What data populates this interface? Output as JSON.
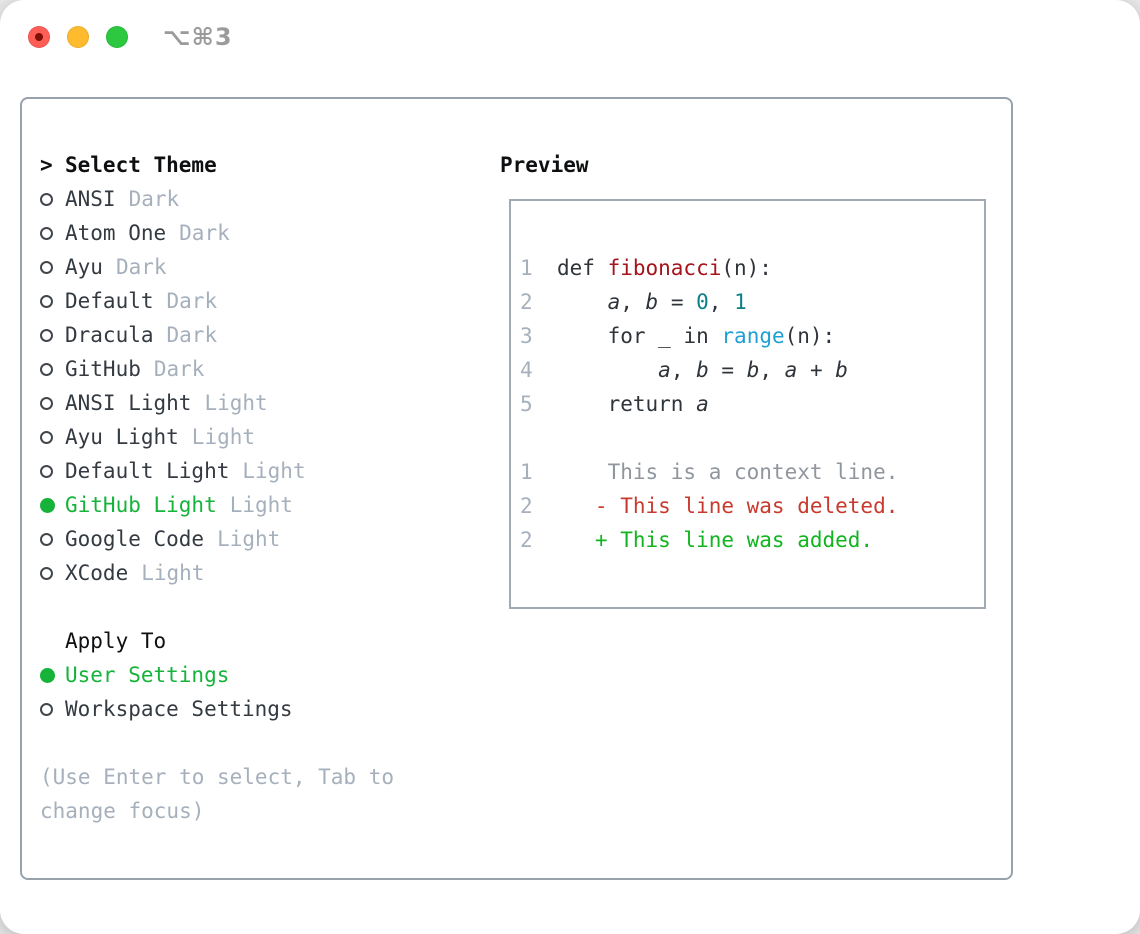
{
  "titlebar": {
    "title": "⌥⌘3"
  },
  "colors": {
    "ink": "#2f343a",
    "item-ink": "#343a41",
    "heading-ink": "#0d0f11",
    "muted": "#a6b0bc",
    "muted-dark": "#8f969e",
    "green": "#16b33b",
    "diff-add": "#12b51f",
    "diff-del": "#c93a2e",
    "func-red": "#a5131b",
    "num-teal": "#0d7f87",
    "builtin-blue": "#219fd3",
    "border": "#98a2ad",
    "border-light": "#a2aab4",
    "radio-ring": "#42474d",
    "title-gray": "#9b9b9b",
    "btn-red": "#ff5e57",
    "btn-red-dot": "#7d1007",
    "btn-yellow": "#febb2e",
    "btn-green": "#2bc840"
  },
  "theme_list": {
    "prompt": ">",
    "header": "Select Theme",
    "items": [
      {
        "name": "ANSI",
        "tag": "Dark",
        "selected": false
      },
      {
        "name": "Atom One",
        "tag": "Dark",
        "selected": false
      },
      {
        "name": "Ayu",
        "tag": "Dark",
        "selected": false
      },
      {
        "name": "Default",
        "tag": "Dark",
        "selected": false
      },
      {
        "name": "Dracula",
        "tag": "Dark",
        "selected": false
      },
      {
        "name": "GitHub",
        "tag": "Dark",
        "selected": false
      },
      {
        "name": "ANSI Light",
        "tag": "Light",
        "selected": false
      },
      {
        "name": "Ayu Light",
        "tag": "Light",
        "selected": false
      },
      {
        "name": "Default Light",
        "tag": "Light",
        "selected": false
      },
      {
        "name": "GitHub Light",
        "tag": "Light",
        "selected": true
      },
      {
        "name": "Google Code",
        "tag": "Light",
        "selected": false
      },
      {
        "name": "XCode",
        "tag": "Light",
        "selected": false
      }
    ]
  },
  "apply_to": {
    "header": "Apply To",
    "options": [
      {
        "label": "User Settings",
        "selected": true
      },
      {
        "label": "Workspace Settings",
        "selected": false
      }
    ]
  },
  "help_text": "(Use Enter to select, Tab to change focus)",
  "preview": {
    "header": "Preview",
    "code_lines": [
      {
        "num": "1",
        "tokens": [
          {
            "t": "def ",
            "s": "kw"
          },
          {
            "t": "fibonacci",
            "s": "fn"
          },
          {
            "t": "(n):",
            "s": "pl"
          }
        ]
      },
      {
        "num": "2",
        "tokens": [
          {
            "t": "    ",
            "s": "pl"
          },
          {
            "t": "a",
            "s": "var"
          },
          {
            "t": ", ",
            "s": "pl"
          },
          {
            "t": "b",
            "s": "var"
          },
          {
            "t": " = ",
            "s": "pl"
          },
          {
            "t": "0",
            "s": "num"
          },
          {
            "t": ", ",
            "s": "pl"
          },
          {
            "t": "1",
            "s": "num"
          }
        ]
      },
      {
        "num": "3",
        "tokens": [
          {
            "t": "    ",
            "s": "pl"
          },
          {
            "t": "for",
            "s": "kw"
          },
          {
            "t": " _ ",
            "s": "pl"
          },
          {
            "t": "in",
            "s": "kw"
          },
          {
            "t": " ",
            "s": "pl"
          },
          {
            "t": "range",
            "s": "bi"
          },
          {
            "t": "(n):",
            "s": "pl"
          }
        ]
      },
      {
        "num": "4",
        "tokens": [
          {
            "t": "        ",
            "s": "pl"
          },
          {
            "t": "a",
            "s": "var"
          },
          {
            "t": ", ",
            "s": "pl"
          },
          {
            "t": "b",
            "s": "var"
          },
          {
            "t": " = ",
            "s": "pl"
          },
          {
            "t": "b",
            "s": "var"
          },
          {
            "t": ", ",
            "s": "pl"
          },
          {
            "t": "a",
            "s": "var"
          },
          {
            "t": " + ",
            "s": "pl"
          },
          {
            "t": "b",
            "s": "var"
          }
        ]
      },
      {
        "num": "5",
        "tokens": [
          {
            "t": "    ",
            "s": "pl"
          },
          {
            "t": "return",
            "s": "kw"
          },
          {
            "t": " ",
            "s": "pl"
          },
          {
            "t": "a",
            "s": "var"
          }
        ]
      }
    ],
    "diff_lines": [
      {
        "num": "1",
        "type": "context",
        "text": "    This is a context line."
      },
      {
        "num": "2",
        "type": "deleted",
        "text": "   - This line was deleted."
      },
      {
        "num": "2",
        "type": "added",
        "text": "   + This line was added."
      }
    ]
  }
}
